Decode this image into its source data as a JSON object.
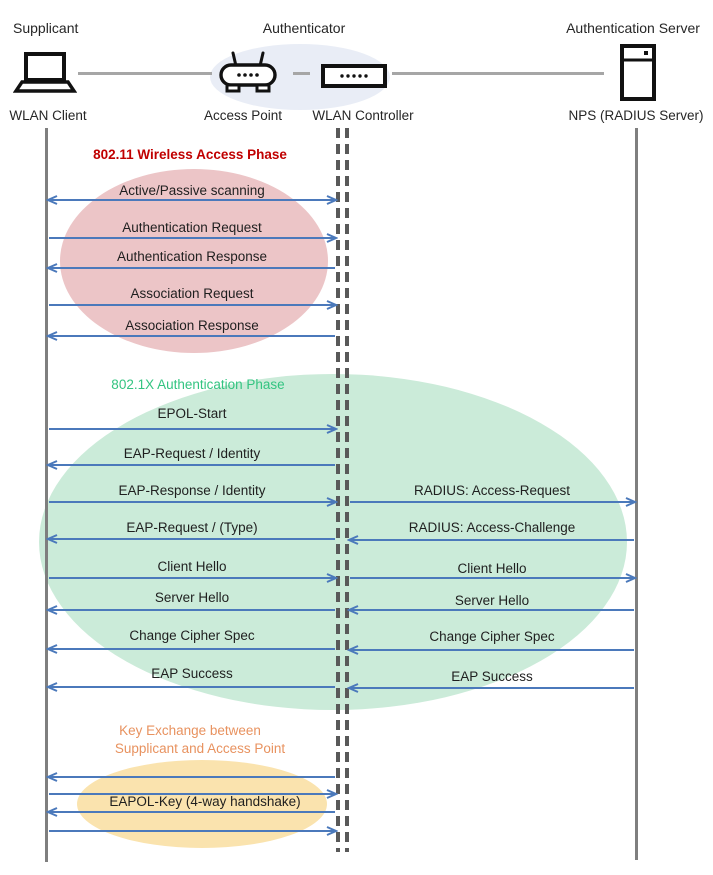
{
  "roles": {
    "supplicant": "Supplicant",
    "authenticator": "Authenticator",
    "auth_server": "Authentication Server"
  },
  "nodes": {
    "client": "WLAN Client",
    "access_point": "Access Point",
    "controller": "WLAN Controller",
    "server": "NPS (RADIUS Server)"
  },
  "phases": {
    "p80211": {
      "title": "802.11 Wireless Access Phase",
      "color": "#C00000"
    },
    "p8021x": {
      "title": "802.1X Authentication Phase",
      "color": "#33C481"
    },
    "keyx": {
      "line1": "Key Exchange between",
      "line2": "Supplicant and Access Point",
      "color": "#E8925F"
    }
  },
  "messages": {
    "left": [
      {
        "label": "Active/Passive scanning",
        "direction": "both"
      },
      {
        "label": "Authentication Request",
        "direction": "right"
      },
      {
        "label": "Authentication Response",
        "direction": "left"
      },
      {
        "label": "Association Request",
        "direction": "right"
      },
      {
        "label": "Association Response",
        "direction": "left"
      },
      {
        "label": "EPOL-Start",
        "direction": "right"
      },
      {
        "label": "EAP-Request / Identity",
        "direction": "left"
      },
      {
        "label": "EAP-Response / Identity",
        "direction": "right"
      },
      {
        "label": "EAP-Request / (Type)",
        "direction": "left"
      },
      {
        "label": "Client Hello",
        "direction": "right"
      },
      {
        "label": "Server Hello",
        "direction": "left"
      },
      {
        "label": "Change Cipher Spec",
        "direction": "left"
      },
      {
        "label": "EAP Success",
        "direction": "left"
      },
      {
        "label": "EAPOL-Key (4-way handshake)",
        "direction": "4-way"
      }
    ],
    "right": [
      {
        "label": "RADIUS: Access-Request",
        "direction": "right"
      },
      {
        "label": "RADIUS: Access-Challenge",
        "direction": "left"
      },
      {
        "label": "Client Hello",
        "direction": "right"
      },
      {
        "label": "Server Hello",
        "direction": "left"
      },
      {
        "label": "Change Cipher Spec",
        "direction": "left"
      },
      {
        "label": "EAP Success",
        "direction": "left"
      }
    ]
  },
  "colors": {
    "arrow": "#4B79BB",
    "phase_80211_fill": "#ECC5C7",
    "phase_8021x_fill": "#CBEBD9",
    "keyx_fill": "#FAE3AE",
    "node_halo_fill": "#E9EDF6",
    "lifeline": "#7F7F7F",
    "dashed_lifeline": "#595959"
  }
}
